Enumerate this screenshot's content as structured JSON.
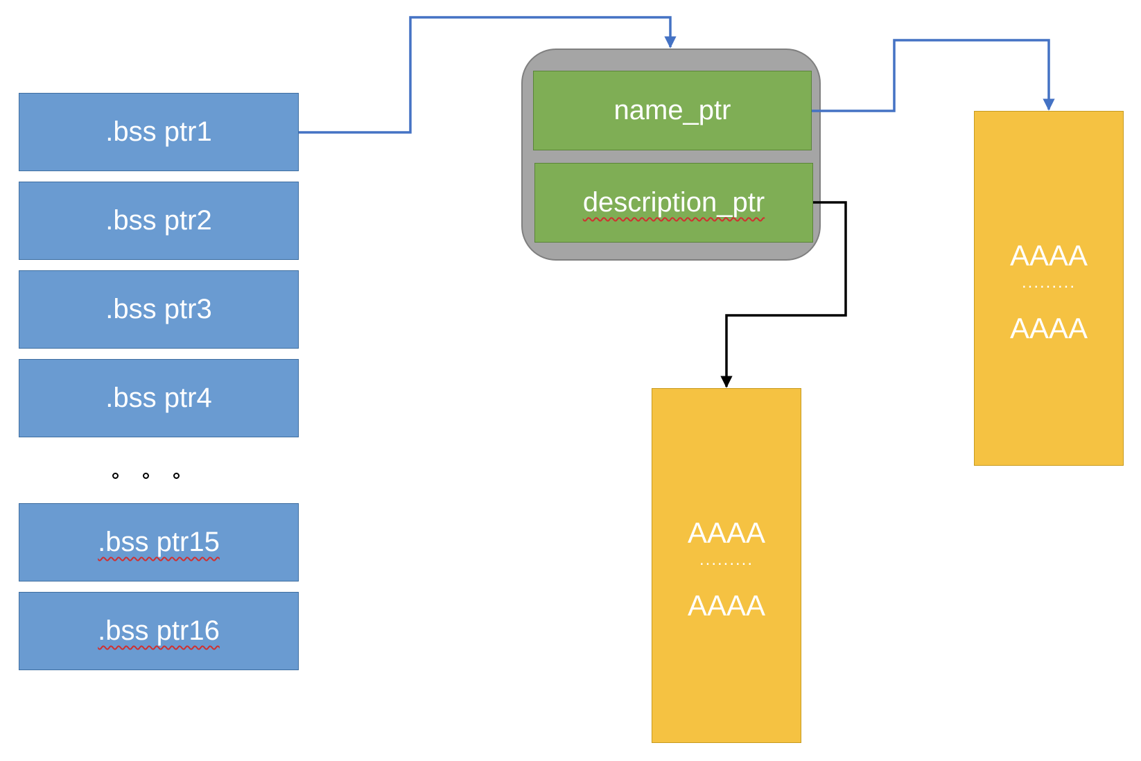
{
  "bss_pointers": [
    {
      "label": ".bss ptr1"
    },
    {
      "label": ".bss ptr2"
    },
    {
      "label": ".bss ptr3"
    },
    {
      "label": ".bss ptr4"
    },
    {
      "label": ".bss ptr15"
    },
    {
      "label": ".bss ptr16"
    }
  ],
  "struct": {
    "name_field": "name_ptr",
    "description_field": "description_ptr"
  },
  "name_chunk": {
    "line1": "AAAA",
    "dots": ".........",
    "line2": "AAAA"
  },
  "description_chunk": {
    "line1": "AAAA",
    "dots": ".........",
    "line2": "AAAA"
  },
  "colors": {
    "bss_box": "#6a9bd1",
    "struct_container": "#a5a5a5",
    "field_box": "#7fae55",
    "chunk": "#f5c242",
    "blue_arrow": "#4472c4",
    "black_arrow": "#000000"
  }
}
